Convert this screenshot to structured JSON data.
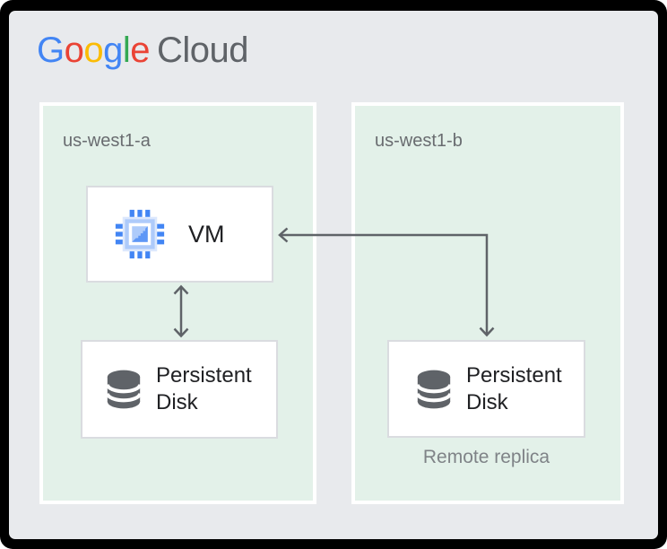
{
  "logo": {
    "letters": [
      {
        "c": "G",
        "color": "#4285F4"
      },
      {
        "c": "o",
        "color": "#EA4335"
      },
      {
        "c": "o",
        "color": "#FBBC05"
      },
      {
        "c": "g",
        "color": "#4285F4"
      },
      {
        "c": "l",
        "color": "#34A853"
      },
      {
        "c": "e",
        "color": "#EA4335"
      }
    ],
    "suffix": "Cloud"
  },
  "zones": {
    "a": {
      "label": "us-west1-a"
    },
    "b": {
      "label": "us-west1-b"
    }
  },
  "nodes": {
    "vm": {
      "label": "VM",
      "icon": "compute-engine-icon"
    },
    "disk_a": {
      "label": "Persistent Disk",
      "icon": "persistent-disk-icon"
    },
    "disk_b": {
      "label": "Persistent Disk",
      "icon": "persistent-disk-icon",
      "caption": "Remote replica"
    }
  },
  "edges": [
    {
      "id": "vm-to-local-disk",
      "type": "vertical-double-arrow",
      "between": [
        "vm",
        "disk_a"
      ]
    },
    {
      "id": "vm-to-remote-disk",
      "type": "elbow-double-arrow",
      "between": [
        "vm",
        "disk_b"
      ]
    }
  ],
  "colors": {
    "frame": "#000000",
    "background": "#E8EAED",
    "zone_fill": "#E3F1E9",
    "zone_border": "#FFFFFF",
    "node_fill": "#FFFFFF",
    "node_border": "#DADCE0",
    "arrow": "#5F6368",
    "text_primary": "#202124",
    "text_zone_label": "#696C70",
    "text_caption": "#7F8387",
    "icon_blue": "#4285F4",
    "icon_blue_mid": "#5E97F6",
    "icon_blue_light": "#AECBFA",
    "icon_blue_halo": "#DCE8FD",
    "icon_disk_gray": "#5F6368"
  }
}
